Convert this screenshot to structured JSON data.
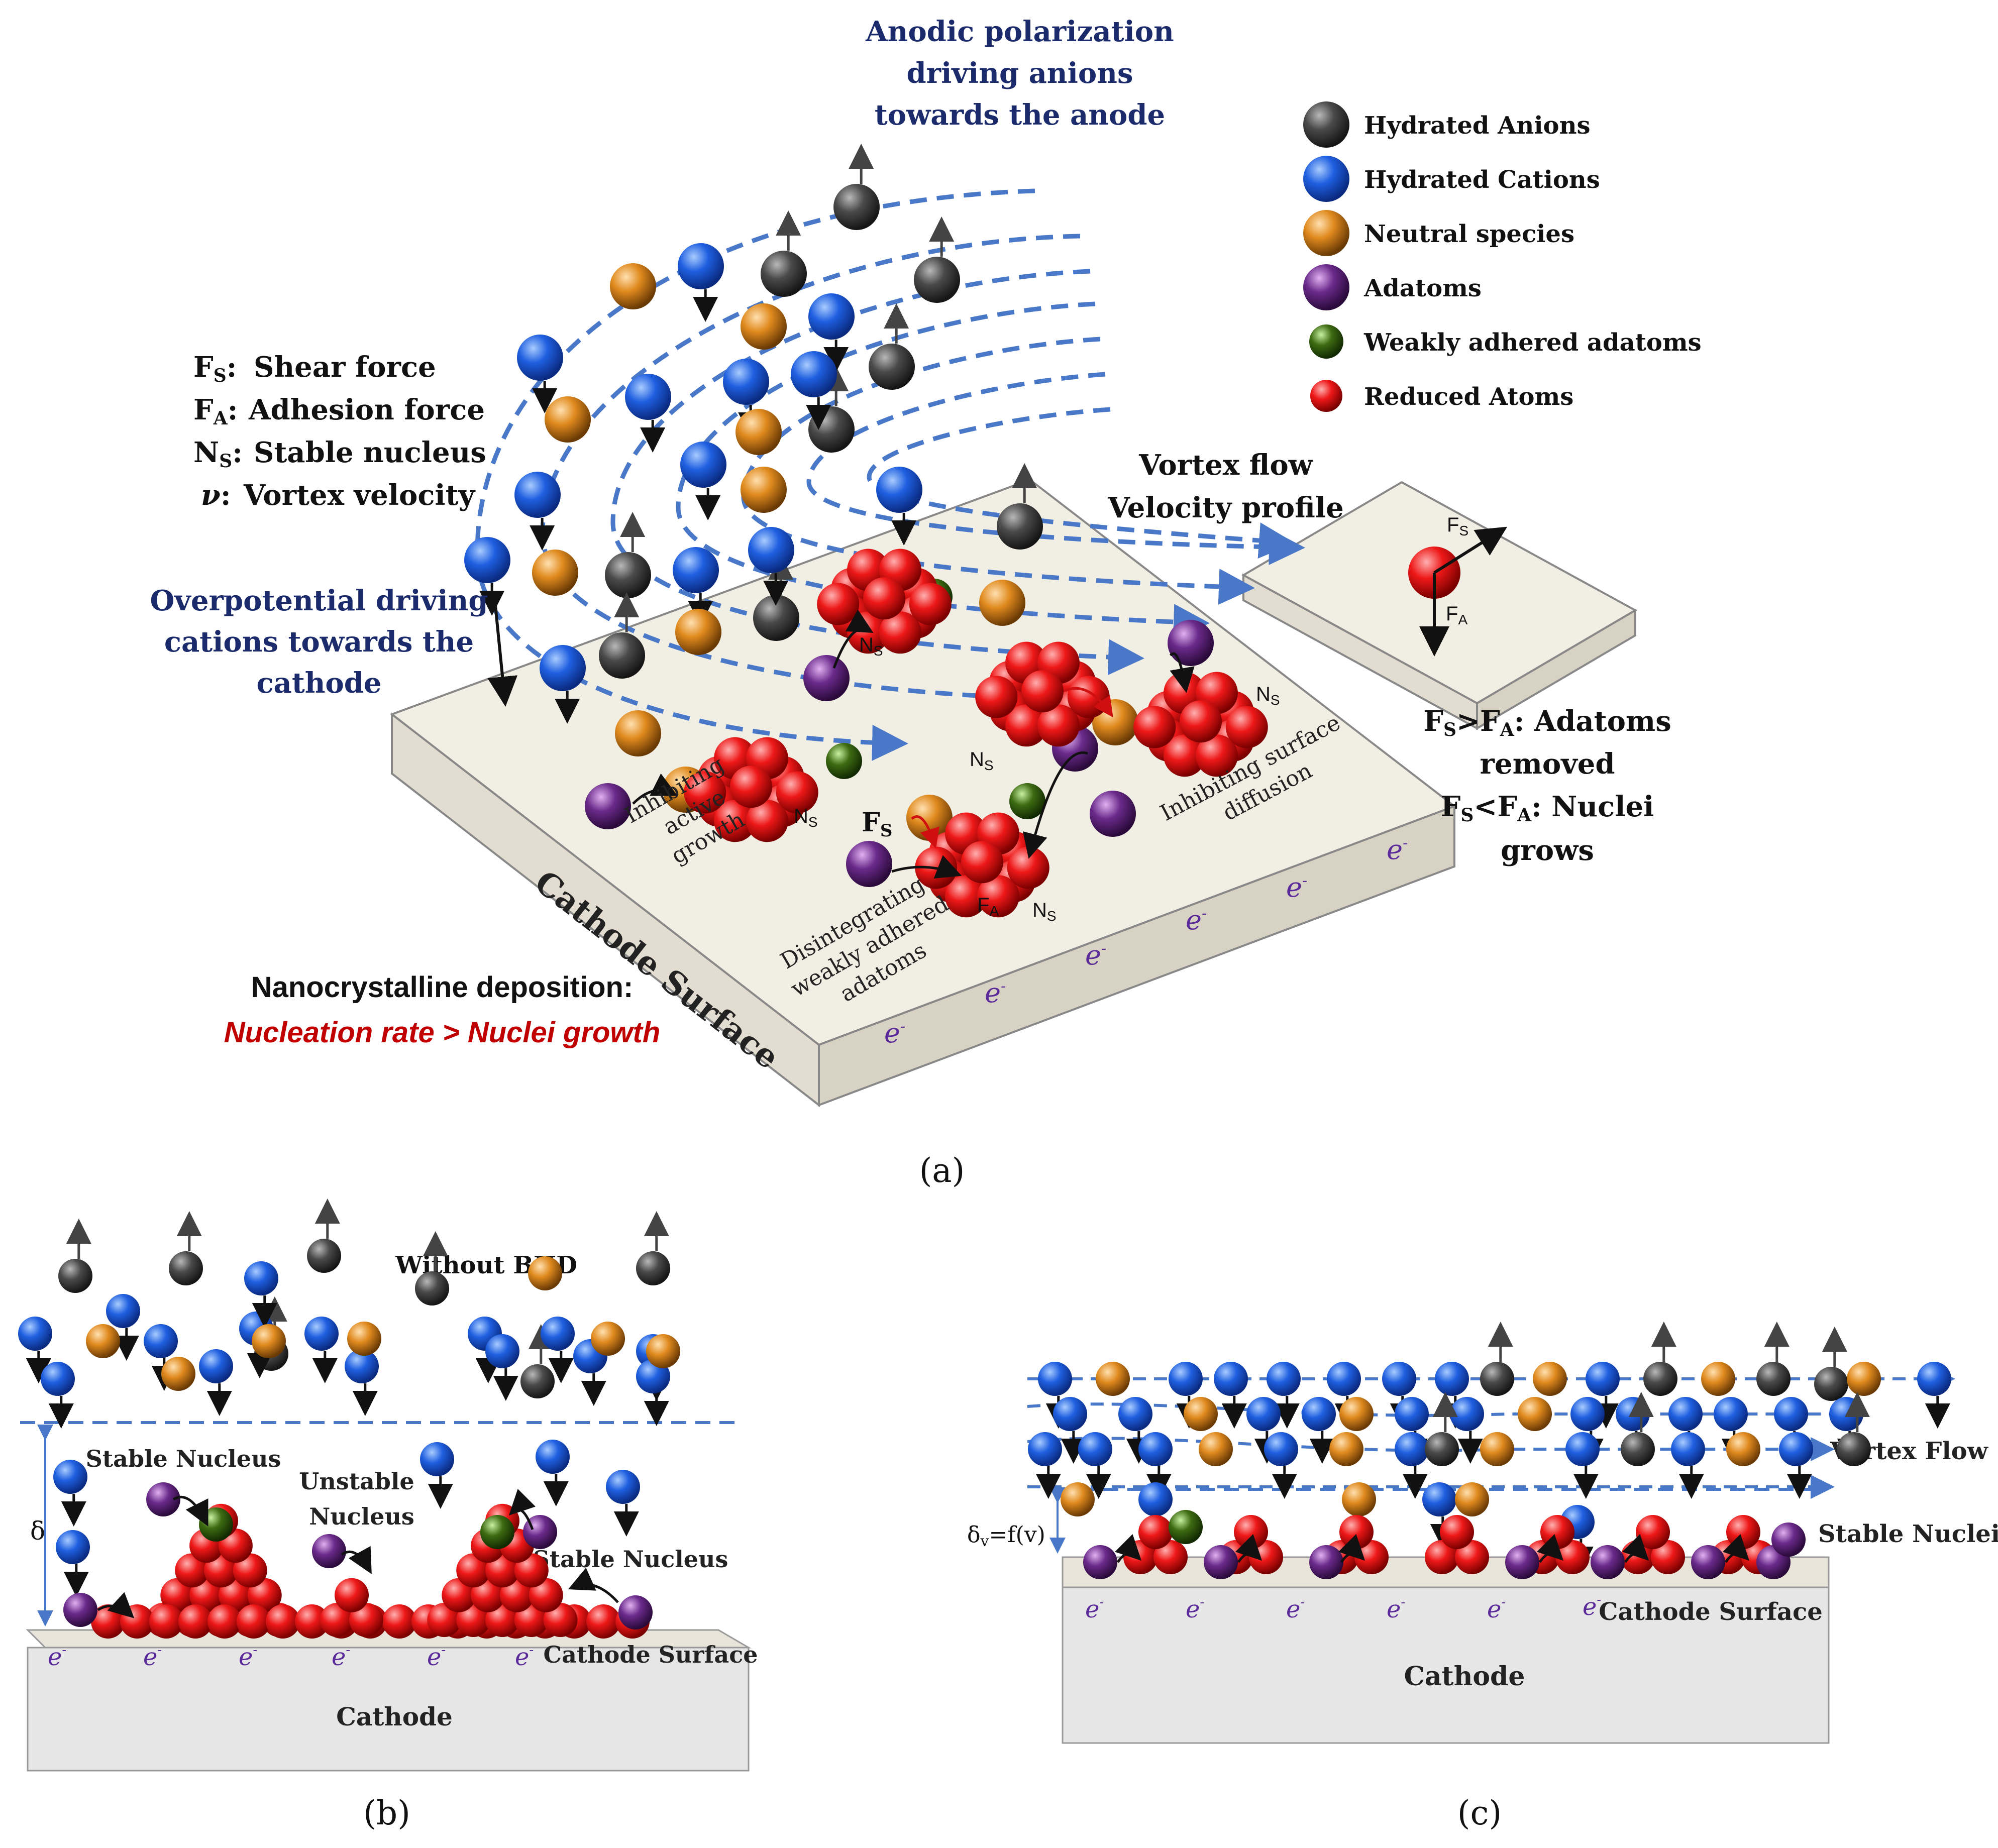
{
  "panel_a": {
    "caption": "(a)",
    "title_anodic": [
      "Anodic polarization",
      "driving anions",
      "towards the anode"
    ],
    "title_overpotential": [
      "Overpotential driving",
      "cations towards the",
      "cathode"
    ],
    "definitions": [
      {
        "sym": "F",
        "sub": "S",
        "text": "Shear force"
      },
      {
        "sym": "F",
        "sub": "A",
        "text": "Adhesion force"
      },
      {
        "sym": "N",
        "sub": "S",
        "text": "Stable nucleus"
      },
      {
        "sym": "ν",
        "sub": "",
        "text": "Vortex velocity"
      }
    ],
    "legend": [
      {
        "label": "Hydrated Anions",
        "color": "#3a3a3a"
      },
      {
        "label": "Hydrated Cations",
        "color": "#1f5fe0"
      },
      {
        "label": "Neutral species",
        "color": "#e08a1e"
      },
      {
        "label": "Adatoms",
        "color": "#6a2a8a"
      },
      {
        "label": "Weakly adhered adatoms",
        "color": "#3d6b12"
      },
      {
        "label": "Reduced Atoms",
        "color": "#e01010"
      }
    ],
    "vortex_label": [
      "Vortex flow",
      "Velocity profile"
    ],
    "force_labels": {
      "fs": "F",
      "fs_sub": "S",
      "fa": "F",
      "fa_sub": "A"
    },
    "condition_1": {
      "pre": "F",
      "sub1": "S",
      "op": ">F",
      "sub2": "A",
      "post": ": Adatoms",
      "line2": "removed"
    },
    "condition_2": {
      "pre": "F",
      "sub1": "S",
      "op": "<F",
      "sub2": "A",
      "post": ": Nuclei",
      "line2": "grows"
    },
    "surface_label": "Cathode Surface",
    "annotations": {
      "inhibit_active": [
        "Inhibiting",
        "active",
        "growth"
      ],
      "inhibit_surface": [
        "Inhibiting surface",
        "diffusion"
      ],
      "disintegrating": [
        "Disintegrating",
        "weakly adhered",
        "adatoms"
      ],
      "ns": "N",
      "ns_sub": "S",
      "fs_bold": "F",
      "fs_bold_sub": "S"
    },
    "electron": "e",
    "nano_line1": "Nanocrystalline deposition:",
    "nano_line2": "Nucleation rate > Nuclei growth"
  },
  "panel_b": {
    "caption": "(b)",
    "title": "Without BHD",
    "stable_nucleus_1": "Stable Nucleus",
    "unstable_nucleus": [
      "Unstable",
      "Nucleus"
    ],
    "stable_nucleus_2": "Stable Nucleus",
    "delta": "δ",
    "surface": "Cathode Surface",
    "cathode": "Cathode",
    "electron": "e"
  },
  "panel_c": {
    "caption": "(c)",
    "vortex_flow": "Vortex Flow",
    "stable_nuclei": "Stable Nuclei",
    "delta": "δ",
    "delta_sub": "v",
    "delta_rest": "=f(v)",
    "surface": "Cathode Surface",
    "cathode": "Cathode",
    "electron": "e"
  },
  "colors": {
    "anion": "#3a3a3a",
    "cation": "#1f5fe0",
    "neutral": "#e08a1e",
    "adatom": "#6a2a8a",
    "weak": "#3d6b12",
    "reduced": "#e01010",
    "flow": "#4a78c8",
    "title_blue": "#1b2a6b",
    "red_text": "#c00000"
  }
}
